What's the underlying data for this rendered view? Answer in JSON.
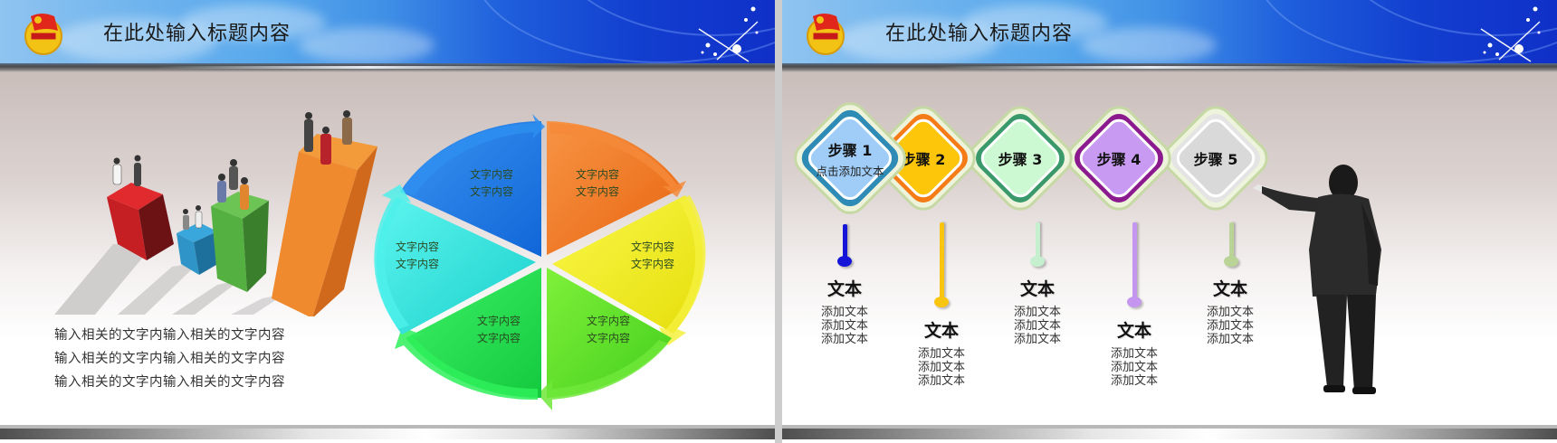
{
  "slides": [
    {
      "title": "在此处输入标题内容",
      "icons": {
        "emblem": "youth-league-emblem-icon",
        "sparkle": "sparkle-icon"
      },
      "bar_illustration": {
        "bars": [
          {
            "color": "#d8262b",
            "people": 2
          },
          {
            "color": "#2f9bd3",
            "people": 2
          },
          {
            "color": "#5db548",
            "people": 3
          },
          {
            "color": "#f08a2e",
            "people": 3
          }
        ]
      },
      "paragraph_lines": [
        "输入相关的文字内输入相关的文字内容",
        "输入相关的文字内输入相关的文字内容",
        "输入相关的文字内输入相关的文字内容"
      ],
      "cycle_diagram": {
        "segments": [
          {
            "color": "#1e7be6",
            "line1": "文字内容",
            "line2": "文字内容"
          },
          {
            "color": "#f2781f",
            "line1": "文字内容",
            "line2": "文字内容"
          },
          {
            "color": "#f3ef20",
            "line1": "文字内容",
            "line2": "文字内容"
          },
          {
            "color": "#5fe02a",
            "line1": "文字内容",
            "line2": "文字内容"
          },
          {
            "color": "#1fdc4a",
            "line1": "文字内容",
            "line2": "文字内容"
          },
          {
            "color": "#26e6df",
            "line1": "文字内容",
            "line2": "文字内容"
          }
        ]
      }
    },
    {
      "title": "在此处输入标题内容",
      "icons": {
        "emblem": "youth-league-emblem-icon",
        "sparkle": "sparkle-icon",
        "figure": "businessman-pointing-icon"
      },
      "steps": [
        {
          "title": "步骤 1",
          "subtitle": "点击添加文本",
          "fill": "#9fcdf7",
          "ring": "#2e8bb5",
          "stem": "#1515d8"
        },
        {
          "title": "步骤 2",
          "subtitle": "",
          "fill": "#fdc60a",
          "ring": "#f47b16",
          "stem": "#f9c510"
        },
        {
          "title": "步骤 3",
          "subtitle": "",
          "fill": "#ccf8d2",
          "ring": "#39996b",
          "stem": "#c6efcf"
        },
        {
          "title": "步骤 4",
          "subtitle": "",
          "fill": "#c89af2",
          "ring": "#8a1a8d",
          "stem": "#c496ef"
        },
        {
          "title": "步骤 5",
          "subtitle": "",
          "fill": "#d9d9d9",
          "ring": "#e4e4e4",
          "stem": "#b9d496"
        }
      ],
      "text_blocks": [
        {
          "title": "文本",
          "lines": [
            "添加文本",
            "添加文本",
            "添加文本"
          ]
        },
        {
          "title": "文本",
          "lines": [
            "添加文本",
            "添加文本",
            "添加文本"
          ]
        },
        {
          "title": "文本",
          "lines": [
            "添加文本",
            "添加文本",
            "添加文本"
          ]
        },
        {
          "title": "文本",
          "lines": [
            "添加文本",
            "添加文本",
            "添加文本"
          ]
        },
        {
          "title": "文本",
          "lines": [
            "添加文本",
            "添加文本",
            "添加文本"
          ]
        }
      ]
    }
  ]
}
